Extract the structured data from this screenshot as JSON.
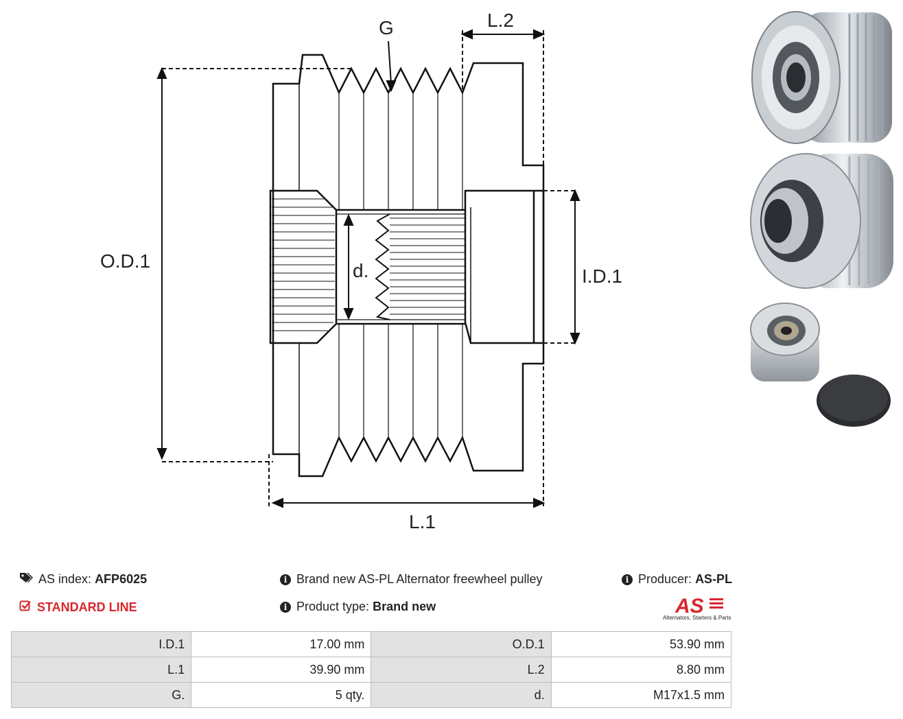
{
  "drawing": {
    "labels": {
      "g": "G",
      "l2": "L.2",
      "od1": "O.D.1",
      "d": "d.",
      "id1": "I.D.1",
      "l1": "L.1"
    }
  },
  "photos": {
    "icons": [
      "pulley-front-photo",
      "pulley-angle-photo",
      "pulley-with-cap-photo"
    ]
  },
  "info": {
    "as_index_label": "AS index:",
    "as_index_value": "AFP6025",
    "line_label": "STANDARD LINE",
    "description": "Brand new AS-PL Alternator freewheel pulley",
    "product_type_label": "Product type:",
    "product_type_value": "Brand new",
    "producer_label": "Producer:",
    "producer_value": "AS-PL"
  },
  "logo": {
    "text": "AS",
    "tagline": "Alternators, Starters & Parts"
  },
  "specs": {
    "rows": [
      {
        "label1": "I.D.1",
        "value1": "17.00 mm",
        "label2": "O.D.1",
        "value2": "53.90 mm"
      },
      {
        "label1": "L.1",
        "value1": "39.90 mm",
        "label2": "L.2",
        "value2": "8.80 mm"
      },
      {
        "label1": "G.",
        "value1": "5 qty.",
        "label2": "d.",
        "value2": "M17x1.5 mm"
      }
    ]
  },
  "colors": {
    "accent_red": "#d7262e",
    "label_bg": "#e2e2e2",
    "border": "#bdbdbd"
  }
}
